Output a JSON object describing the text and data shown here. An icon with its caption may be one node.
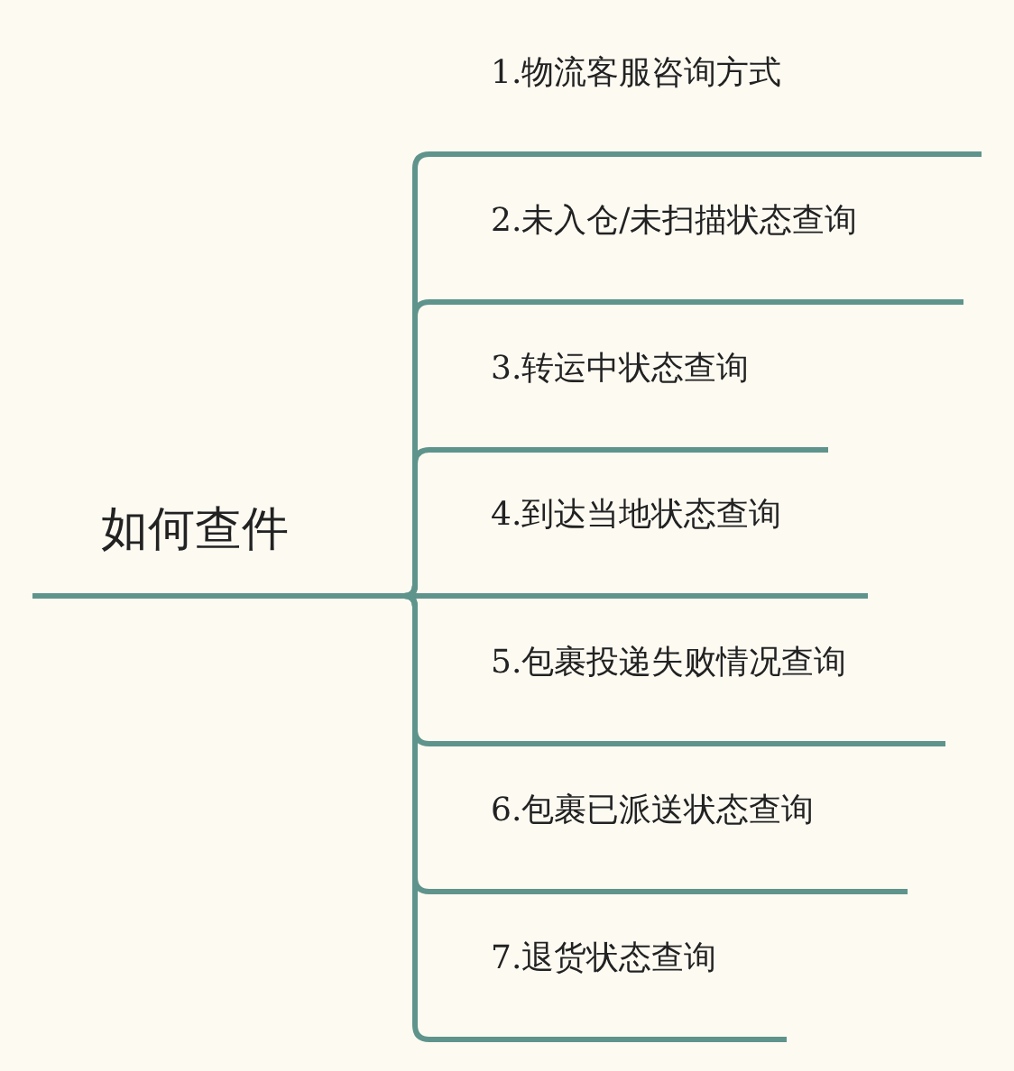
{
  "diagram": {
    "nodes": [
      {
        "text": [
          "如何查件"
        ]
      },
      {
        "text": [
          "1.物流客服咨询方式"
        ]
      },
      {
        "text": [
          "2.未入仓/未扫描状态查询"
        ]
      },
      {
        "text": [
          "3.转运中状态查询"
        ]
      },
      {
        "text": [
          "4.到达当地状态查询"
        ]
      },
      {
        "text": [
          "5.包裹投递失败情况查询"
        ]
      },
      {
        "text": [
          "6.包裹已派送状态查询"
        ]
      },
      {
        "text": [
          "7.退货状态查询"
        ]
      }
    ],
    "edges": [
      {
        "from": 0,
        "to": 1,
        "arrow": "none"
      },
      {
        "from": 0,
        "to": 2,
        "arrow": "none"
      },
      {
        "from": 0,
        "to": 3,
        "arrow": "none"
      },
      {
        "from": 0,
        "to": 4,
        "arrow": "none"
      },
      {
        "from": 0,
        "to": 5,
        "arrow": "none"
      },
      {
        "from": 0,
        "to": 6,
        "arrow": "none"
      },
      {
        "from": 0,
        "to": 7,
        "arrow": "none"
      }
    ]
  }
}
